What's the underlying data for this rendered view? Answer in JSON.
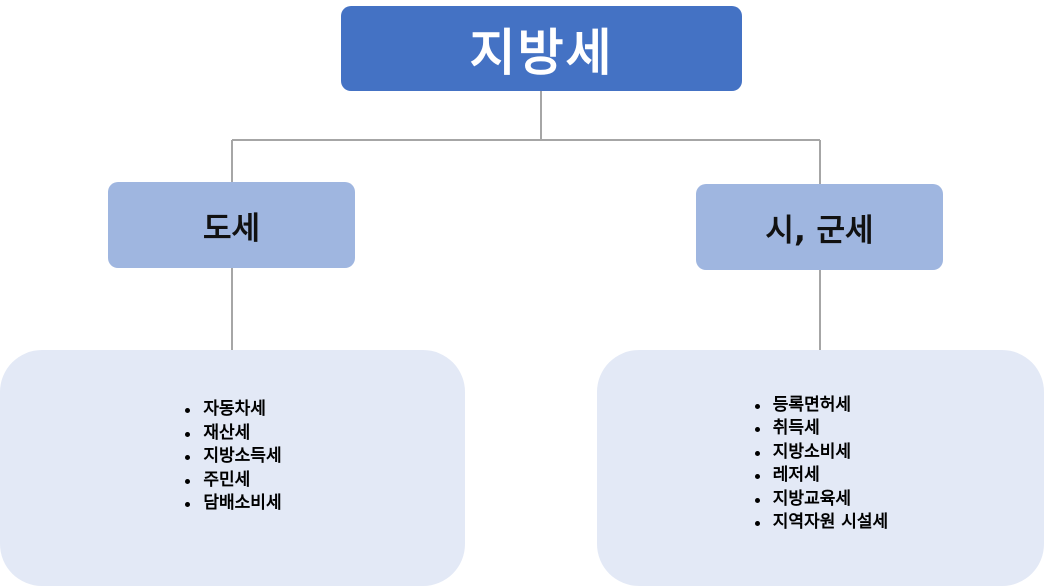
{
  "diagram": {
    "root": {
      "label": "지방세"
    },
    "branches": [
      {
        "label": "도세",
        "items": [
          "자동차세",
          "재산세",
          "지방소득세",
          "주민세",
          "담배소비세"
        ]
      },
      {
        "label": "시, 군세",
        "items": [
          "등록면허세",
          "취득세",
          "지방소비세",
          "레저세",
          "지방교육세",
          "지역자원 시설세"
        ]
      }
    ]
  },
  "colors": {
    "root_fill": "#4472c4",
    "branch_fill": "#9fb6e0",
    "leaf_fill": "#e3e9f6",
    "connector": "#a6a6a6"
  }
}
